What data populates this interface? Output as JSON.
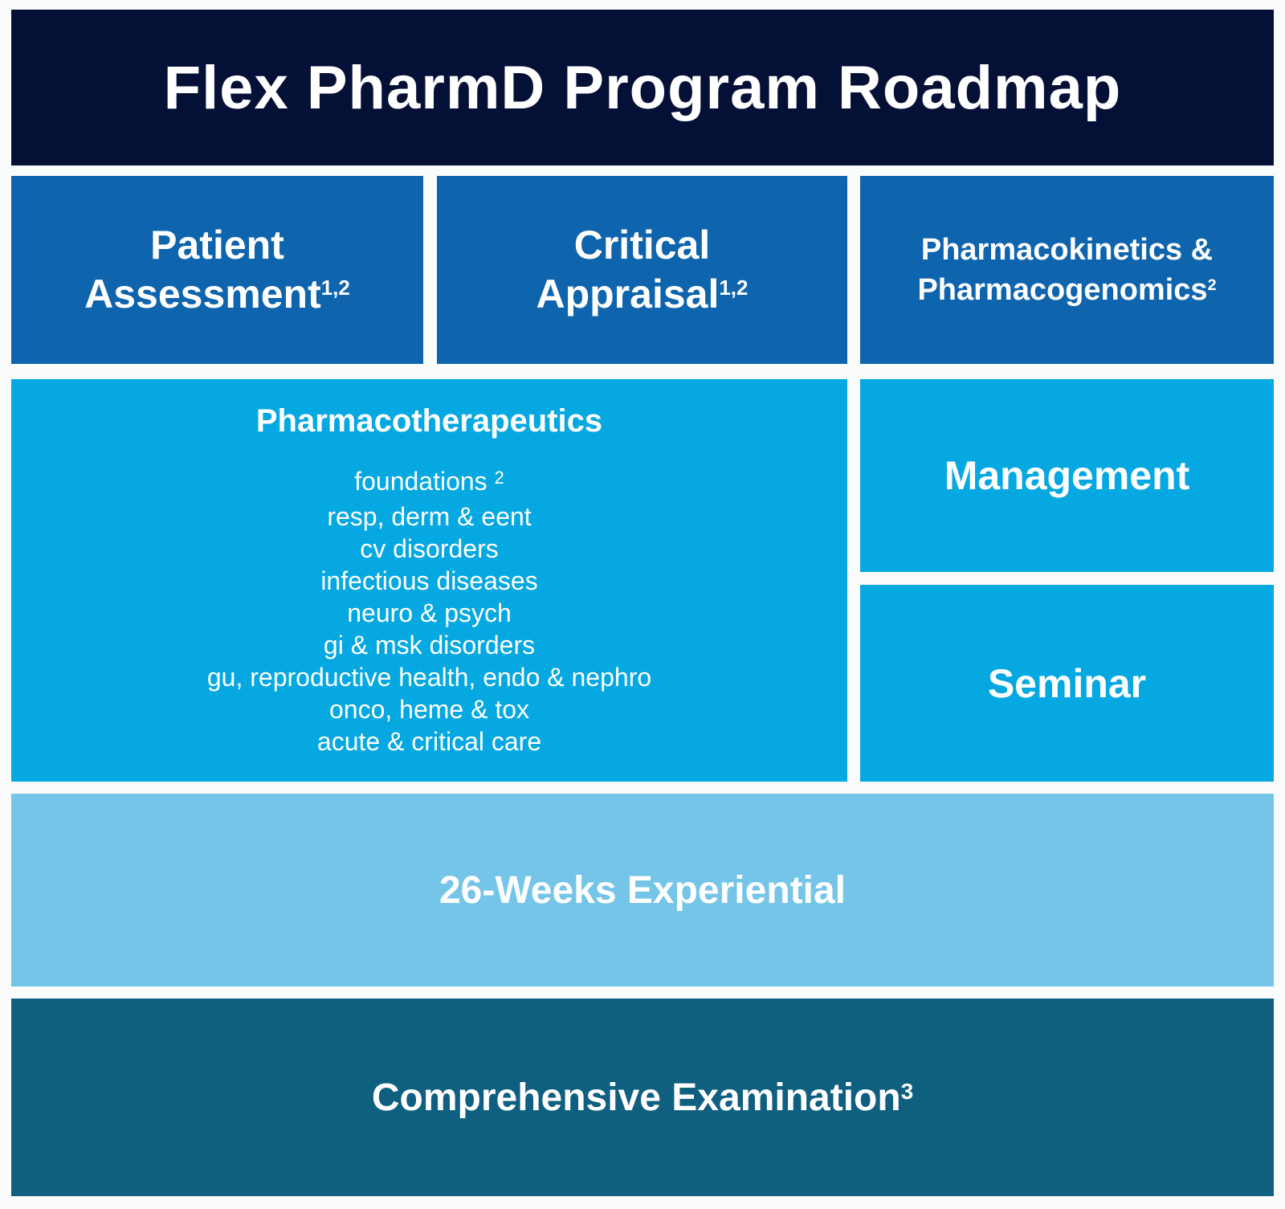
{
  "colors": {
    "background": "#fafcfc",
    "navy": "#051037",
    "blue": "#0e64ad",
    "cyan": "#05a8e1",
    "light_blue": "#75c5e9",
    "teal": "#0f5f80",
    "text": "#ffffff"
  },
  "title": "Flex PharmD Program Roadmap",
  "courses": {
    "patient_assessment": {
      "line1": "Patient",
      "line2": "Assessment",
      "sup": "1,2"
    },
    "critical_appraisal": {
      "line1": "Critical",
      "line2": "Appraisal",
      "sup": "1,2"
    },
    "pharmacokinetics": {
      "line1": "Pharmacokinetics &",
      "line2": "Pharmacogenomics",
      "sup": "2"
    },
    "pharmacotherapeutics": {
      "title": "Pharmacotherapeutics",
      "modules": [
        {
          "text": "foundations",
          "sup": "2"
        },
        {
          "text": "resp, derm & eent"
        },
        {
          "text": "cv disorders"
        },
        {
          "text": "infectious diseases"
        },
        {
          "text": "neuro & psych"
        },
        {
          "text": "gi & msk disorders"
        },
        {
          "text": "gu, reproductive health, endo & nephro"
        },
        {
          "text": "onco, heme & tox"
        },
        {
          "text": "acute & critical care"
        }
      ]
    },
    "management": {
      "label": "Management"
    },
    "seminar": {
      "label": "Seminar"
    },
    "experiential": {
      "label": "26-Weeks Experiential"
    },
    "comprehensive_examination": {
      "label": "Comprehensive Examination",
      "sup": "3"
    }
  }
}
